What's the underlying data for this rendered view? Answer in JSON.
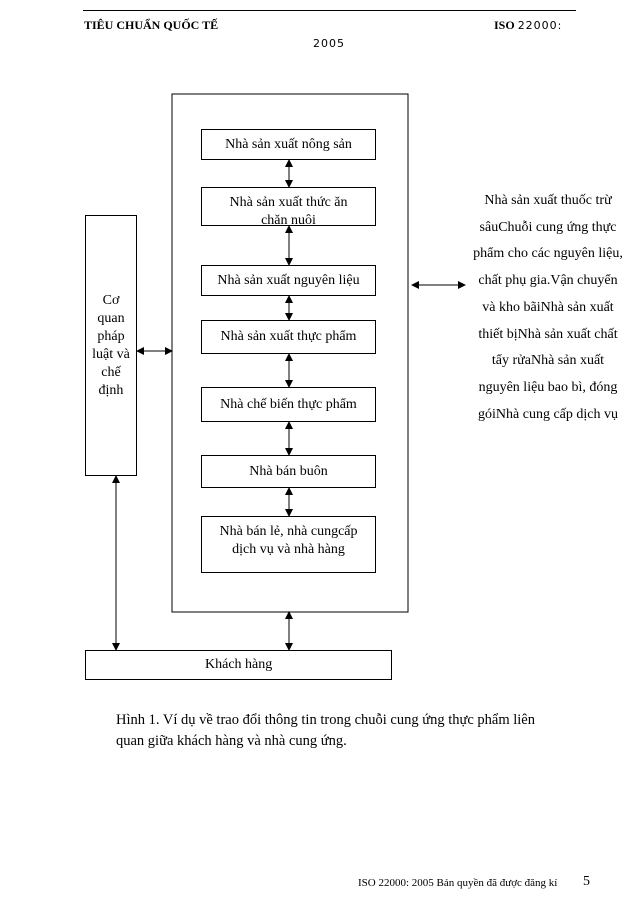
{
  "header": {
    "left": "TIÊU CHUẨN QUỐC TẾ",
    "right_prefix": "ISO",
    "right_number": "22000:",
    "year": "2005"
  },
  "diagram": {
    "chain": [
      "Nhà sản xuất nông sản",
      "Nhà sản xuất thức ăn chăn nuôi",
      "Nhà sản xuất nguyên liệu",
      "Nhà sản xuất thực phẩm",
      "Nhà chế biến thực phẩm",
      "Nhà bán buôn",
      "Nhà bán lẻ, nhà cungcấp dịch vụ và nhà hàng"
    ],
    "regulator": "Cơ quan pháp luật và chế định",
    "customer": "Khách hàng",
    "side_note": "Nhà sản xuất thuốc trừ sâuChuỗi cung ứng thực phẩm cho các nguyên liệu, chất phụ gia.Vận chuyển và kho bãiNhà sản xuất thiết bịNhà sản xuất chất tẩy rửaNhà sản xuất nguyên liệu bao bì, đóng góiNhà cung cấp dịch vụ"
  },
  "caption": "Hình 1. Ví dụ về trao đổi thông tin trong chuỗi cung ứng thực phẩm liên quan giữa khách hàng và nhà cung ứng.",
  "footer": {
    "text": "ISO 22000: 2005  Bản quyền đã được đăng kí",
    "page": "5"
  }
}
